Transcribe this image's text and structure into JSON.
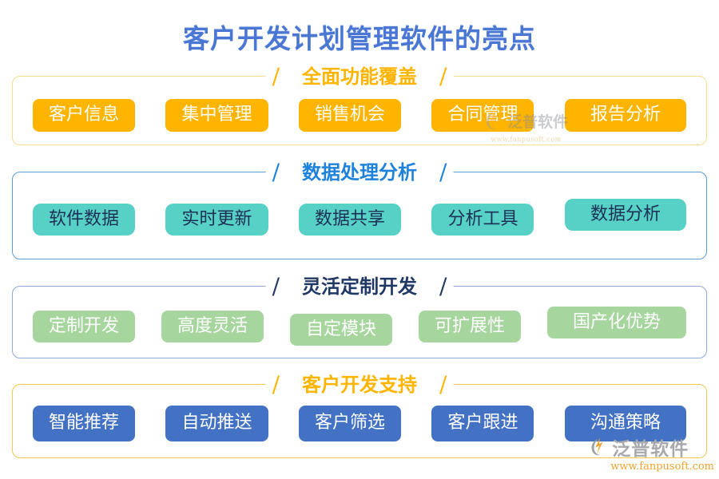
{
  "title": "客户开发计划管理软件的亮点",
  "decor": {
    "slash": "/"
  },
  "sections": [
    {
      "heading": "全面功能覆盖",
      "accent": "#ffb400",
      "items": [
        "客户信息",
        "集中管理",
        "销售机会",
        "合同管理",
        "报告分析"
      ]
    },
    {
      "heading": "数据处理分析",
      "accent": "#1e82dc",
      "items": [
        "软件数据",
        "实时更新",
        "数据共享",
        "分析工具",
        "数据分析"
      ]
    },
    {
      "heading": "灵活定制开发",
      "accent": "#1f3864",
      "items": [
        "定制开发",
        "高度灵活",
        "自定模块",
        "可扩展性",
        "国产化优势"
      ]
    },
    {
      "heading": "客户开发支持",
      "accent": "#ffb400",
      "items": [
        "智能推荐",
        "自动推送",
        "客户筛选",
        "客户跟进",
        "沟通策略"
      ]
    }
  ],
  "watermark": {
    "brand": "泛普软件",
    "url": "www.fanpusoft.com",
    "icon": "fanpu-logo-icon"
  },
  "colors": {
    "title-blue": "#4a77d4",
    "accent-orange": "#ffb400",
    "header-blue": "#1e82dc",
    "header-navy": "#1f3864",
    "border-yellow-light": "#f8dd90",
    "border-blue": "#5b9bd5",
    "border-periwinkle": "#8ea9db",
    "border-gold": "#f2c94c",
    "chip-yellow": "#ffb400",
    "chip-teal": "#57d1c6",
    "chip-teal-text": "#1c2f55",
    "chip-green": "#a6d69e",
    "chip-blue": "#4372c4",
    "brand-gray": "#a7a9ac",
    "brand-orange": "#f0a32f"
  }
}
